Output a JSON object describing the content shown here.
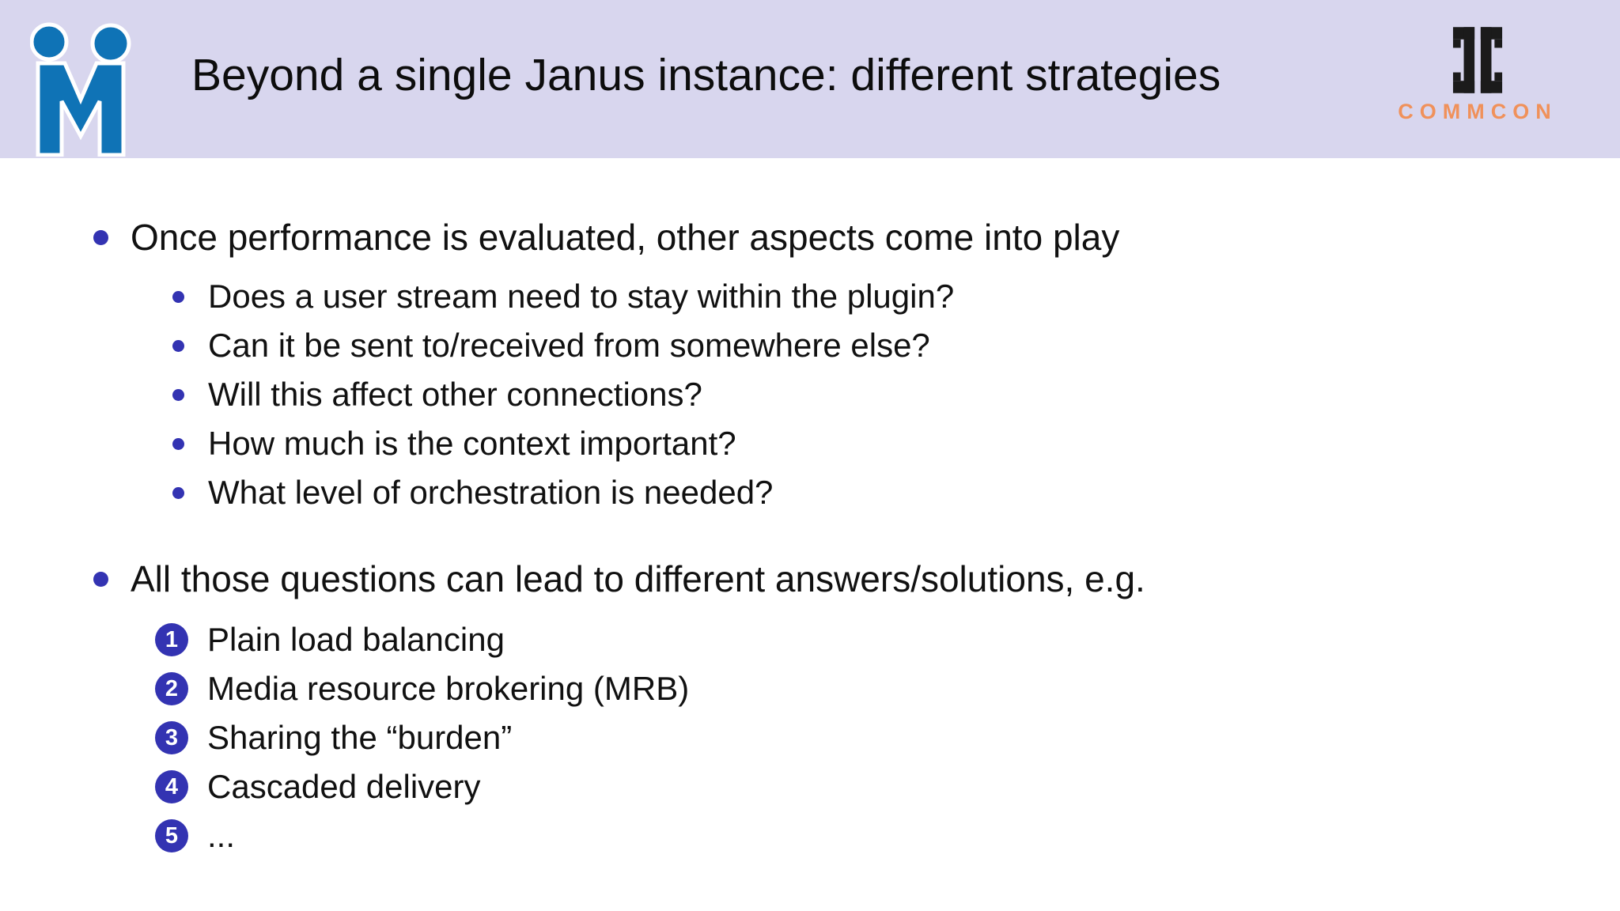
{
  "slide": {
    "title": "Beyond a single Janus instance: different strategies"
  },
  "logos": {
    "meetecho_icon": "meetecho-people-m-logo",
    "commcon_icon": "commcon-monogram",
    "commcon_label": "COMMCON"
  },
  "colors": {
    "header_background": "#d8d6ee",
    "bullet_indigo": "#3333b2",
    "meetecho_blue": "#0f73b6",
    "commcon_orange": "#f0915a",
    "body_text": "#111111"
  },
  "content": {
    "bullets": [
      {
        "text": "Once performance is evaluated, other aspects come into play",
        "sub_items": [
          "Does a user stream need to stay within the plugin?",
          "Can it be sent to/received from somewhere else?",
          "Will this affect other connections?",
          "How much is the context important?",
          "What level of orchestration is needed?"
        ]
      },
      {
        "text": "All those questions can lead to different answers/solutions, e.g.",
        "numbered_items": [
          {
            "num": "1",
            "text": "Plain load balancing"
          },
          {
            "num": "2",
            "text": "Media resource brokering (MRB)"
          },
          {
            "num": "3",
            "text": "Sharing the “burden”"
          },
          {
            "num": "4",
            "text": "Cascaded delivery"
          },
          {
            "num": "5",
            "text": "..."
          }
        ]
      }
    ]
  }
}
